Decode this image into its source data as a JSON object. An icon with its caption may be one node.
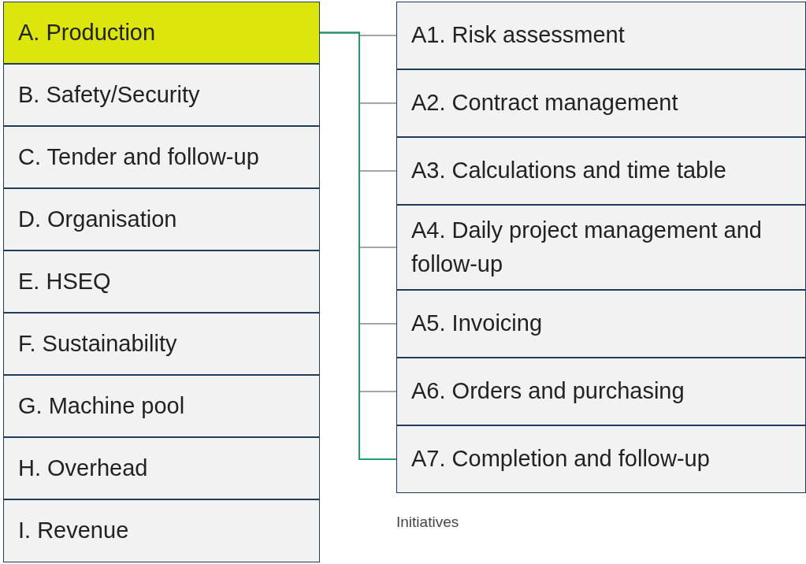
{
  "diagram": {
    "nodes": [
      {
        "text": [
          "A. Production"
        ]
      },
      {
        "text": [
          "B. Safety/Security"
        ]
      },
      {
        "text": [
          "C. Tender and follow-up"
        ]
      },
      {
        "text": [
          "D. Organisation"
        ]
      },
      {
        "text": [
          "E. HSEQ"
        ]
      },
      {
        "text": [
          "F. Sustainability"
        ]
      },
      {
        "text": [
          "G. Machine pool"
        ]
      },
      {
        "text": [
          "H. Overhead"
        ]
      },
      {
        "text": [
          "I. Revenue"
        ]
      },
      {
        "text": [
          "A1. Risk assessment"
        ]
      },
      {
        "text": [
          "A2. Contract management"
        ]
      },
      {
        "text": [
          "A3. Calculations and time table"
        ]
      },
      {
        "text": [
          "A4. Daily project management and follow-up"
        ]
      },
      {
        "text": [
          "A5. Invoicing"
        ]
      },
      {
        "text": [
          "A6. Orders and purchasing"
        ]
      },
      {
        "text": [
          "A7. Completion and follow-up"
        ]
      }
    ],
    "edges": [
      {
        "from": 0,
        "to": 9,
        "arrow": "none"
      },
      {
        "from": 0,
        "to": 10,
        "arrow": "none"
      },
      {
        "from": 0,
        "to": 11,
        "arrow": "none"
      },
      {
        "from": 0,
        "to": 12,
        "arrow": "none"
      },
      {
        "from": 0,
        "to": 13,
        "arrow": "none"
      },
      {
        "from": 0,
        "to": 14,
        "arrow": "none"
      },
      {
        "from": 0,
        "to": 15,
        "arrow": "none",
        "color": "#1fa06a"
      }
    ],
    "labels": [
      "Initiatives"
    ]
  }
}
